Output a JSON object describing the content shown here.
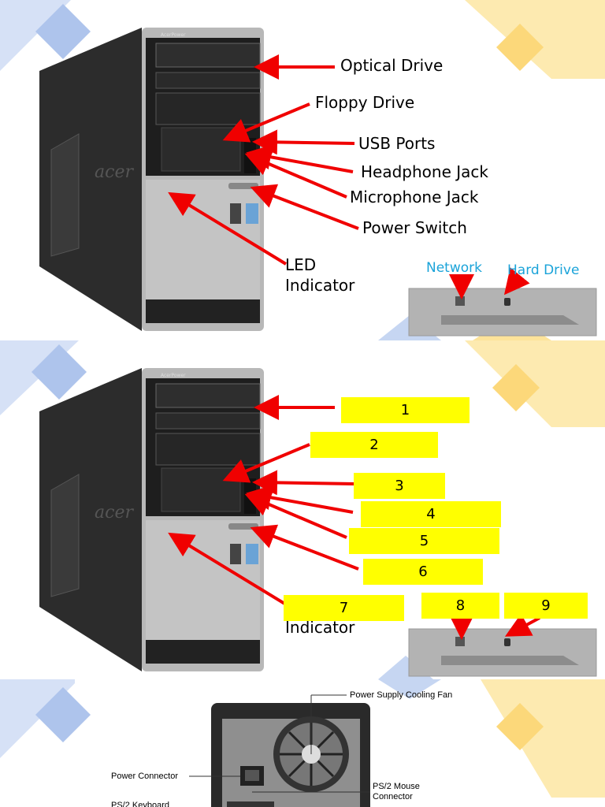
{
  "top_panel": {
    "labels": {
      "optical_drive": "Optical Drive",
      "floppy_drive": "Floppy Drive",
      "usb_ports": "USB Ports",
      "headphone_jack": "Headphone Jack",
      "microphone_jack": "Microphone Jack",
      "power_switch": "Power Switch",
      "led_line1": "LED",
      "led_line2": "Indicator",
      "network": "Network",
      "hard_drive": "Hard Drive"
    },
    "case_brand": "AcerPower",
    "case_logo": "acer"
  },
  "quiz_panel": {
    "boxes": [
      "1",
      "2",
      "3",
      "4",
      "5",
      "6",
      "7",
      "8",
      "9"
    ],
    "residual_text": "Indicator"
  },
  "rear_panel": {
    "labels": {
      "fan": "Power Supply Cooling Fan",
      "power_connector": "Power Connector",
      "ps2_mouse_line1": "PS/2 Mouse",
      "ps2_mouse_line2": "Connector",
      "ps2_keyboard": "PS/2 Keyboard"
    }
  },
  "colors": {
    "arrow": "#f00000",
    "highlight": "#ffff00",
    "blue_label": "#1aa3d9",
    "deco_blue": "#aec4ec",
    "deco_yellow": "#fde39a"
  }
}
